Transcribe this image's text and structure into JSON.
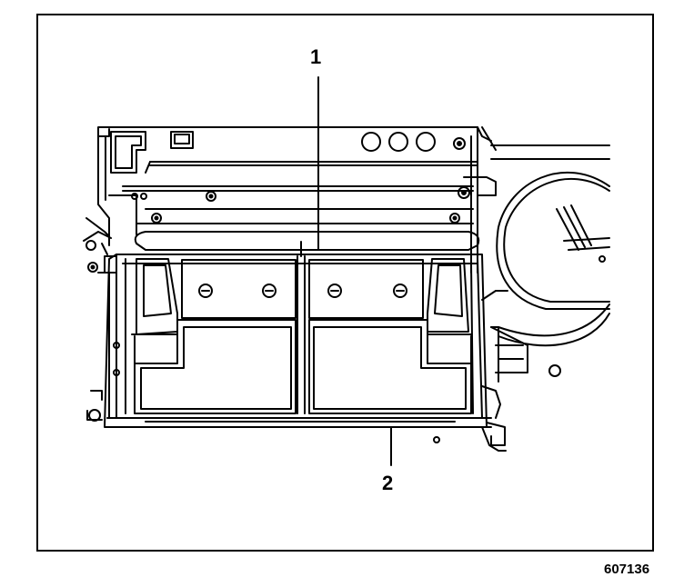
{
  "callouts": [
    {
      "number": "1"
    },
    {
      "number": "2"
    }
  ],
  "figure_id": "607136"
}
